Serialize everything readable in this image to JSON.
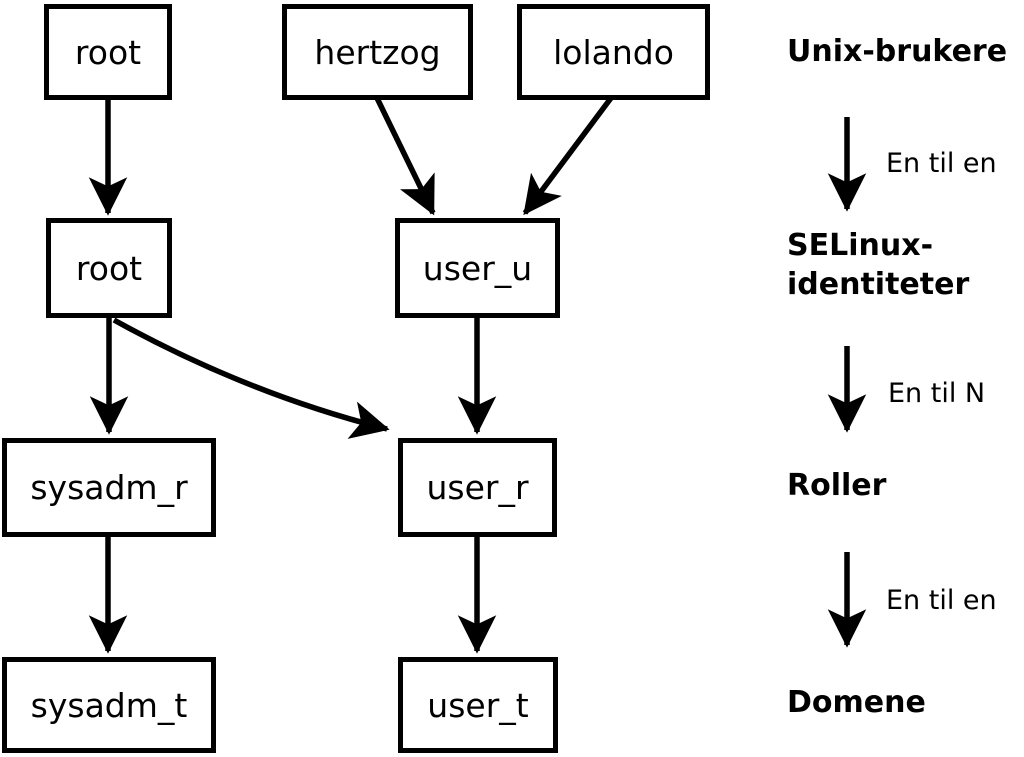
{
  "nodes": {
    "unix_root": {
      "label": "root"
    },
    "unix_hertzog": {
      "label": "hertzog"
    },
    "unix_lolando": {
      "label": "lolando"
    },
    "selinux_root": {
      "label": "root"
    },
    "selinux_user_u": {
      "label": "user_u"
    },
    "role_sysadm_r": {
      "label": "sysadm_r"
    },
    "role_user_r": {
      "label": "user_r"
    },
    "domain_sysadm_t": {
      "label": "sysadm_t"
    },
    "domain_user_t": {
      "label": "user_t"
    }
  },
  "legend": {
    "level_unix_users": "Unix-brukere",
    "level_selinux_identities": "SELinux-identiteter",
    "level_roles": "Roller",
    "level_domains": "Domene",
    "relation_users_to_identities": "En til en",
    "relation_identities_to_roles": "En til N",
    "relation_roles_to_domains": "En til en"
  },
  "colors": {
    "foreground": "#000000",
    "background": "#ffffff"
  }
}
